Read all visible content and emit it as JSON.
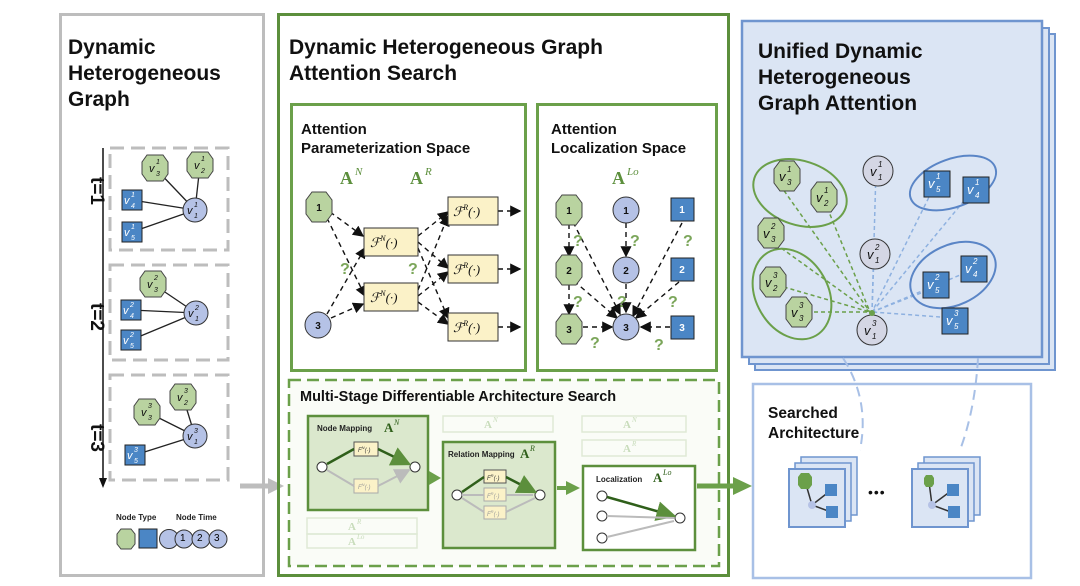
{
  "panels": {
    "left_title": [
      "Dynamic",
      "Heterogeneous",
      "Graph"
    ],
    "middle_title": [
      "Dynamic Heterogeneous Graph",
      "Attention Search"
    ],
    "right_title": [
      "Unified Dynamic",
      "Heterogeneous",
      "Graph Attention"
    ]
  },
  "time_labels": [
    "t=1",
    "t=2",
    "t=3"
  ],
  "legend": {
    "node_type": "Node Type",
    "node_time": "Node Time",
    "times": [
      "1",
      "2",
      "3"
    ]
  },
  "parameterization": {
    "title": [
      "Attention",
      "Parameterization Space"
    ],
    "a_n": "A",
    "a_n_sup": "N",
    "a_r": "A",
    "a_r_sup": "R",
    "fn": "ℱ",
    "fn_sup": "N",
    "fr": "ℱ",
    "fr_sup": "R",
    "arg": "(·)",
    "question": "?",
    "node1": "1",
    "node3": "3"
  },
  "localization": {
    "title": [
      "Attention",
      "Localization Space"
    ],
    "a_lo": "A",
    "a_lo_sup": "Lo",
    "nums": [
      "1",
      "2",
      "3"
    ]
  },
  "multistage": {
    "title": "Multi-Stage Differentiable Architecture Search",
    "stage1": "Node Mapping",
    "stage2": "Relation Mapping",
    "stage3": "Localization"
  },
  "searched": {
    "title": [
      "Searched",
      "Architecture"
    ],
    "ellipsis": "•••"
  },
  "colors": {
    "green": "#6ba04a",
    "green_fill": "#b9d3a0",
    "blue_fill": "#4b86c5",
    "lav": "#b5c2e6",
    "yellow": "#fbf2c8"
  }
}
